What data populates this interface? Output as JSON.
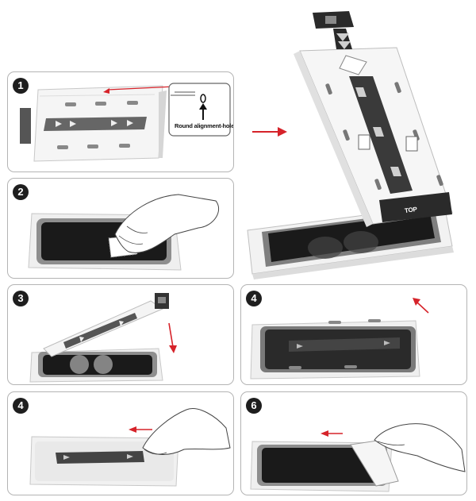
{
  "steps": [
    {
      "id": 1,
      "number": "1"
    },
    {
      "id": 2,
      "number": "2"
    },
    {
      "id": 3,
      "number": "3"
    },
    {
      "id": 4,
      "number": "4"
    },
    {
      "id": 5,
      "number": "4"
    },
    {
      "id": 6,
      "number": "6"
    }
  ],
  "callout": {
    "label": "Round alignment-hole"
  },
  "tray": {
    "top_label": "TOP"
  },
  "colors": {
    "arrow": "#d6232a",
    "border": "#b4b4b4",
    "badge": "#1e1e1e",
    "screen": "#1a1a1a",
    "frame": "#9a9a9a"
  }
}
